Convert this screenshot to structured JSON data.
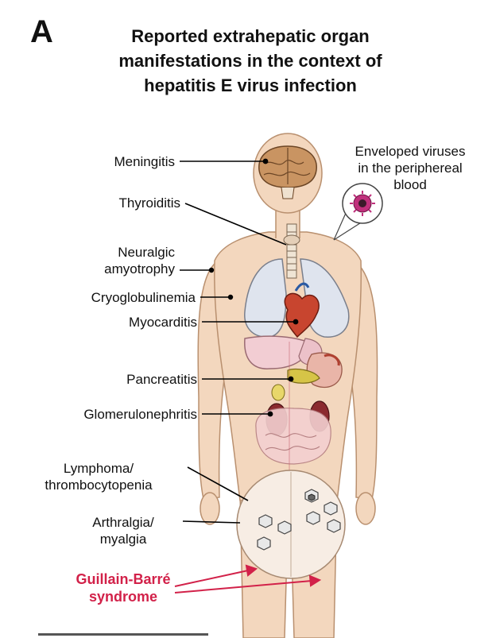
{
  "figure": {
    "panel_letter": "A",
    "title": "Reported extrahepatic organ\nmanifestations in the context of\nhepatitis E virus infection"
  },
  "labels": {
    "meningitis": "Meningitis",
    "thyroiditis": "Thyroiditis",
    "neuralgic_amyotrophy": "Neuralgic\namyotrophy",
    "cryoglobulinemia": "Cryoglobulinemia",
    "myocarditis": "Myocarditis",
    "pancreatitis": "Pancreatitis",
    "glomerulonephritis": "Glomerulonephritis",
    "lymphoma": "Lymphoma/\nthrombocytopenia",
    "arthralgia": "Arthralgia/\nmyalgia",
    "guillain_barre": "Guillain-Barré\nsyndrome",
    "enveloped_viruses": "Enveloped viruses\nin the periphereal\nblood"
  },
  "colors": {
    "skin": "#f3d7be",
    "skin_outline": "#b9906f",
    "accent_red": "#d22149",
    "brain": "#c99462",
    "lung": "#dfe4ee",
    "virus": "#c0307c"
  }
}
